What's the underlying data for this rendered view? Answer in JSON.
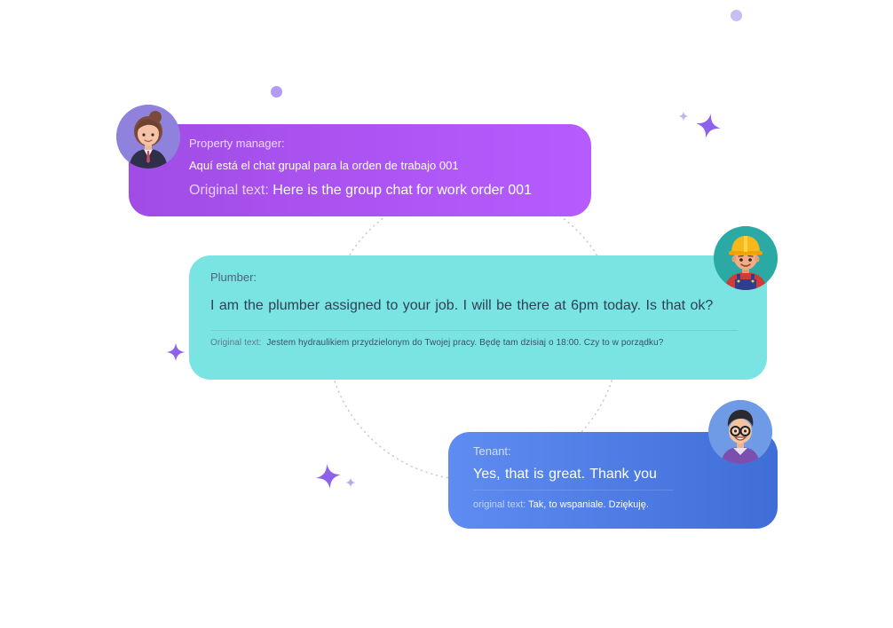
{
  "colors": {
    "manager_card": "#b65cff",
    "plumber_card": "#7ae4e2",
    "tenant_card": "#3f6ed7",
    "sparkle": "#8c62ea",
    "dot": "#b39cf3"
  },
  "chat": {
    "messages": [
      {
        "role": "Property manager:",
        "translated": "Aquí está el chat grupal para la orden de trabajo 001",
        "original_label": "Original text:",
        "original_text": "Here is the group chat for work order 001",
        "avatar_icon": "woman-manager-avatar-icon"
      },
      {
        "role": "Plumber:",
        "translated": "I am the plumber assigned to your job.   I will be there at 6pm today.  Is that ok?",
        "original_label": "Original text:",
        "original_text": "Jestem hydraulikiem przydzielonym do Twojej pracy. Będę tam dzisiaj o 18:00.  Czy to w porządku?",
        "avatar_icon": "plumber-hardhat-avatar-icon"
      },
      {
        "role": "Tenant:",
        "translated": "Yes, that is great.   Thank you",
        "original_label": "original text:",
        "original_text": "Tak, to wspaniale.  Dziękuję.",
        "avatar_icon": "tenant-glasses-avatar-icon"
      }
    ]
  }
}
